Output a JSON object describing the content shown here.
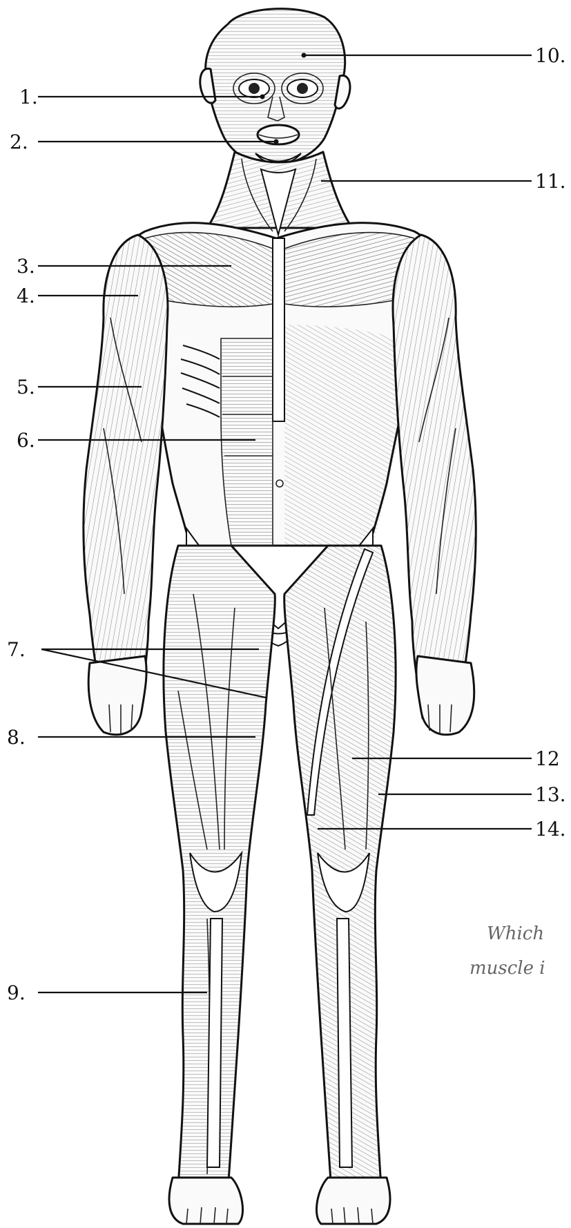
{
  "labels": [
    "1.",
    "2.",
    "3.",
    "4.",
    "5.",
    "6.",
    "7.",
    "8.",
    "9.",
    "10.",
    "11.",
    "12",
    "13.",
    "14."
  ],
  "handwritten_note": [
    "Which",
    "muscle i"
  ]
}
